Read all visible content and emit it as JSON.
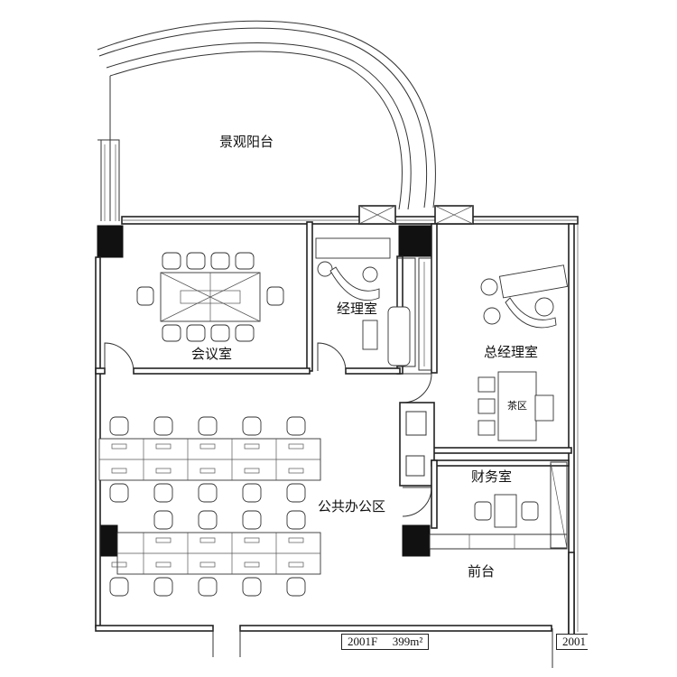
{
  "rooms": {
    "balcony": "景观阳台",
    "meeting_room": "会议室",
    "manager_office": "经理室",
    "general_manager_office": "总经理室",
    "tea_area": "茶区",
    "finance_room": "财务室",
    "open_office": "公共办公区",
    "reception": "前台"
  },
  "area_tag": {
    "unit": "2001F",
    "area": "399m²"
  },
  "area_tag_right": {
    "unit": "2001"
  },
  "colors": {
    "wall": "#222222",
    "column": "#111111",
    "background": "#ffffff"
  }
}
